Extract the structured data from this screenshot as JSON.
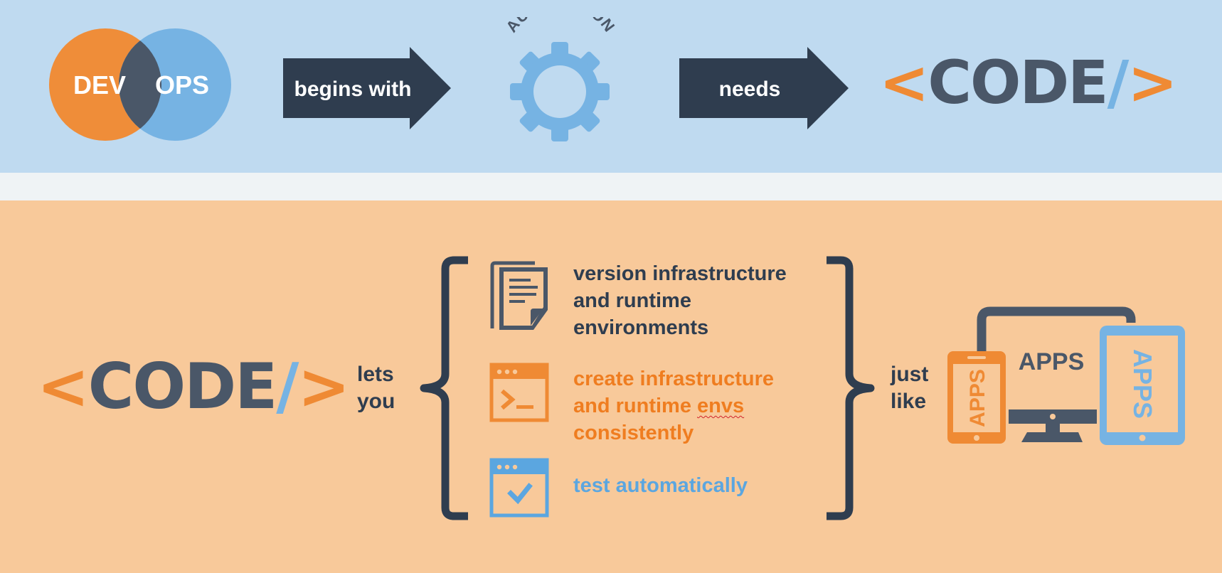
{
  "colors": {
    "top_band": "#bfdaf0",
    "bottom_band": "#f8c99a",
    "orange": "#ef8a34",
    "blue": "#76b3e3",
    "dark": "#2f3d4f",
    "slate": "#4a5768"
  },
  "header": {
    "venn": {
      "left": "DEV",
      "right": "OPS"
    },
    "arrow1_label": "begins with",
    "gear_arc_text": "AUTOMATION",
    "gear_icon": "gear-icon",
    "arrow2_label": "needs",
    "code_logo": {
      "open": "<",
      "word": "CODE",
      "slash": "/",
      "close": ">"
    }
  },
  "main": {
    "code_logo": {
      "open": "<",
      "word": "CODE",
      "slash": "/",
      "close": ">"
    },
    "lead_text": [
      "lets",
      "you"
    ],
    "items": [
      {
        "icon": "document-stack-icon",
        "lines": [
          "version infrastructure",
          "and runtime",
          "environments"
        ]
      },
      {
        "icon": "terminal-window-icon",
        "lines": [
          "create infrastructure",
          "and runtime ",
          "envs",
          "consistently"
        ]
      },
      {
        "icon": "checkmark-window-icon",
        "lines": [
          "test automatically"
        ]
      }
    ],
    "trail_text": [
      "just",
      "like"
    ],
    "devices": {
      "phone_label": "APPS",
      "monitor_label": "APPS",
      "tablet_label": "APPS"
    }
  }
}
